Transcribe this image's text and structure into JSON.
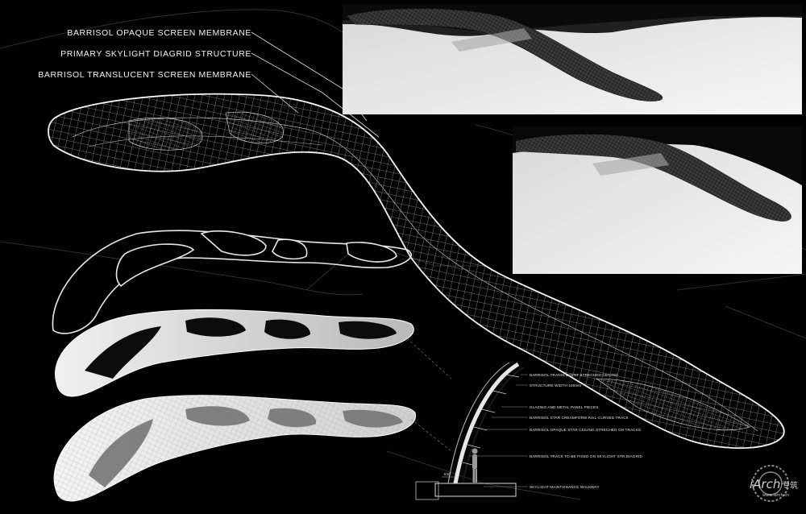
{
  "main_labels": [
    "BARRISOL OPAQUE SCREEN MEMBRANE",
    "PRIMARY SKYLIGHT DIAGRID STRUCTURE",
    "BARRISOL TRANSLUCENT SCREEN MEMBRANE"
  ],
  "section_labels": [
    "BARRISOL TRANSLUCENT STRECHED CEILING",
    "STRUCTURE WIDTH 100mm",
    "GLAZING AND METAL PANEL PIECES",
    "BARRISOL STAR CREAMFORM RAIL-CURVED TRACK",
    "BARRISOL OPAQUE STAR CEILING STRECHED ON TRACKS",
    "BARRISOL TRACK TO BE FIXED ON SKYLIGHT STR.DIAGRID",
    "SKYLIGHT MAINTAINANCE WALKWAY"
  ],
  "dimension_label": "810",
  "watermark": {
    "brand": "iArch",
    "cn": "专筑",
    "url": "www.iarch.cn"
  }
}
